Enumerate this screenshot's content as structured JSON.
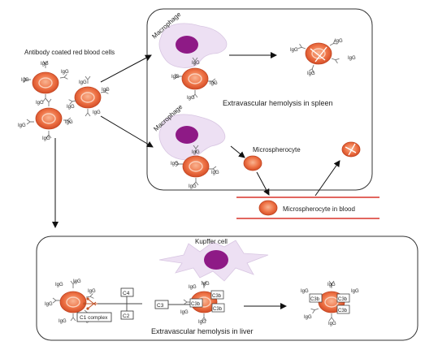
{
  "labels": {
    "antibody_title": "Antibody coated red blood cells",
    "macrophage": "Macrophage",
    "ev_spleen": "Extravascular hemolysis in spleen",
    "microspherocyte": "Microspherocyte",
    "microspherocyte_blood": "Microspherocyte in blood",
    "kupffer": "Kupffer cell",
    "ev_liver": "Extravascular hemolysis in liver",
    "igg": "IgG",
    "c1_complex": "C1 complex",
    "c4": "C4",
    "c2": "C2",
    "c3": "C3",
    "c3b": "C3b"
  },
  "colors": {
    "rbc_outer": "#e8643c",
    "rbc_inner": "#f7a27f",
    "macrophage": "#ede0f3",
    "nucleus": "#8e1a86",
    "vessel": "#d8342a",
    "box_stroke": "#333333"
  }
}
